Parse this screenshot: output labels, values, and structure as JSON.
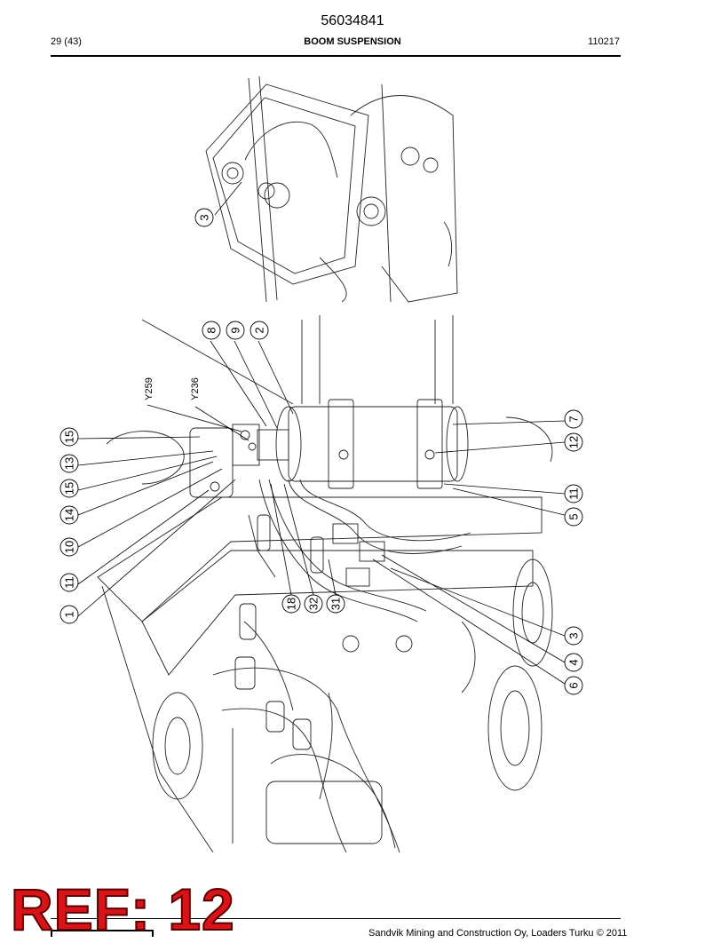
{
  "header": {
    "doc_number": "56034841",
    "page": "29 (43)",
    "section": "BOOM SUSPENSION",
    "date": "110217"
  },
  "top_view": {
    "callouts": [
      "3"
    ]
  },
  "main_view": {
    "callouts": [
      "8",
      "9",
      "2",
      "7",
      "12",
      "11",
      "5",
      "3",
      "4",
      "6",
      "18",
      "32",
      "31",
      "15",
      "13",
      "15",
      "14",
      "10",
      "11",
      "1"
    ],
    "sensor_labels": [
      "Y259",
      "Y236"
    ]
  },
  "footer": {
    "copyright": "Sandvik Mining and Construction Oy, Loaders Turku © 2011"
  },
  "overlay": {
    "ref_label": "REF: 12"
  }
}
